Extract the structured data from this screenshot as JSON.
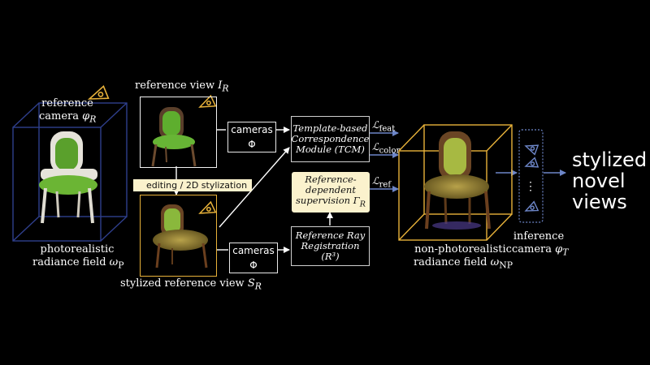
{
  "labels": {
    "reference_view": "reference view",
    "reference_view_sym": "I",
    "reference_view_sub": "R",
    "reference_camera_line1": "reference",
    "reference_camera_line2": "camera",
    "reference_camera_sym": "φ",
    "reference_camera_sub": "R",
    "photo_field_line1": "photorealistic",
    "photo_field_line2": "radiance field",
    "photo_field_sym": "ω",
    "photo_field_sub": "P",
    "stylized_view": "stylized reference view",
    "stylized_view_sym": "S",
    "stylized_view_sub": "R",
    "nonphoto_line1": "non-photorealistic",
    "nonphoto_line2": "radiance field",
    "nonphoto_sym": "ω",
    "nonphoto_sub": "NP",
    "inference_line1": "inference",
    "inference_line2": "camera",
    "inference_sym": "φ",
    "inference_sub": "T",
    "stylized_out_1": "stylized",
    "stylized_out_2": "novel",
    "stylized_out_3": "views"
  },
  "tags": {
    "cameras_top": "cameras Φ",
    "cameras_bottom": "cameras Φ",
    "editing": "editing / 2D stylization"
  },
  "modules": {
    "tcm": "Template-based\nCorrespondence\nModule (TCM)",
    "rrr": "Reference Ray\nRegistration (R³)",
    "supervision_text": "Reference-\ndependent\nsupervision",
    "supervision_sym": "Γ",
    "supervision_sub": "R"
  },
  "losses": {
    "feat": "feat",
    "color": "color",
    "ref": "ref",
    "symbol": "ℒ"
  },
  "colors": {
    "stylized_frame": "#e8b23a",
    "supervision_box": "#fbf2cd",
    "arrow_blue": "#6d86c8",
    "cube_blue": "#2f3f8c",
    "cube_yellow": "#e8b23a",
    "camera_icon": "#e8b23a",
    "inference_icon": "#6d86c8"
  },
  "icons": {
    "reference_camera": "camera-cone-icon",
    "inference_cameras": "camera-cone-icon",
    "ellipsis": "⋮",
    "pencil": "pencil-icon"
  }
}
